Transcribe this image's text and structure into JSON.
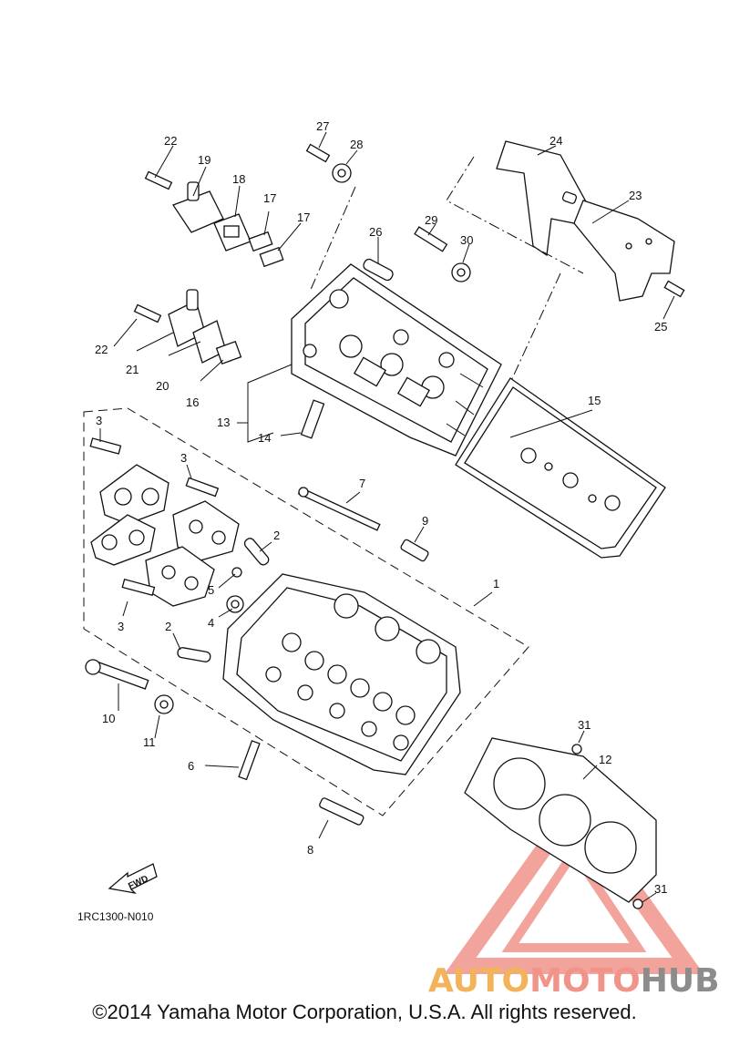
{
  "diagram_code": "1RC1300-N010",
  "fwd_label": "FWD",
  "copyright": "©2014 Yamaha Motor Corporation, U.S.A. All rights reserved.",
  "watermark": {
    "auto": "AUTO",
    "moto": "MOTO",
    "hub": "HUB"
  },
  "callouts": {
    "c1": "1",
    "c2a": "2",
    "c2b": "2",
    "c3a": "3",
    "c3b": "3",
    "c3c": "3",
    "c4": "4",
    "c5": "5",
    "c6": "6",
    "c7": "7",
    "c8": "8",
    "c9": "9",
    "c10": "10",
    "c11": "11",
    "c12": "12",
    "c13": "13",
    "c14": "14",
    "c15": "15",
    "c16": "16",
    "c17a": "17",
    "c17b": "17",
    "c18": "18",
    "c19": "19",
    "c20": "20",
    "c21": "21",
    "c22a": "22",
    "c22b": "22",
    "c23": "23",
    "c24": "24",
    "c25": "25",
    "c26": "26",
    "c27": "27",
    "c28": "28",
    "c29": "29",
    "c30": "30",
    "c31a": "31",
    "c31b": "31"
  },
  "colors": {
    "watermark_red": "#e8584b",
    "watermark_orange": "#f2b35a",
    "watermark_grey": "#8c8c8c"
  }
}
